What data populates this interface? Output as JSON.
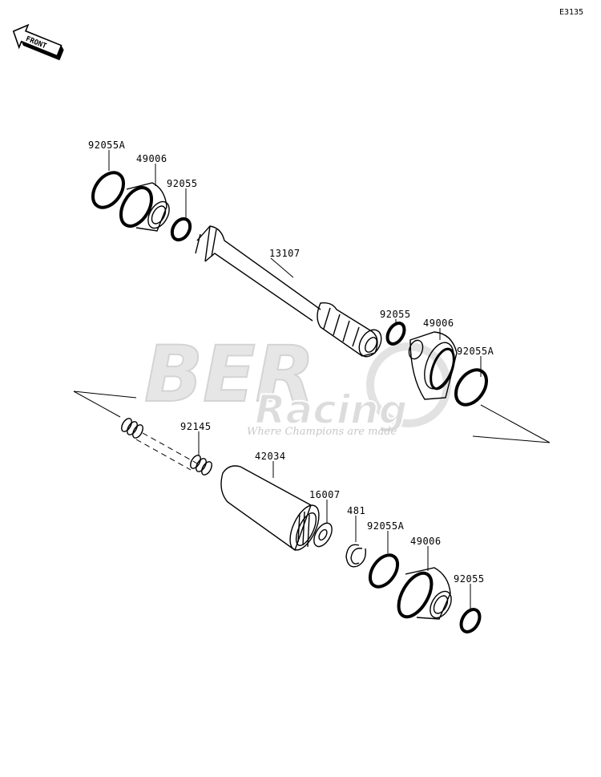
{
  "ref_code": "E3135",
  "front_label": "FRONT",
  "watermark": {
    "brand": "BER",
    "sub": "Racing",
    "tagline": "Where Champions are made"
  },
  "parts": [
    {
      "label": "92055A"
    },
    {
      "label": "49006"
    },
    {
      "label": "92055"
    },
    {
      "label": "13107"
    },
    {
      "label": "92055"
    },
    {
      "label": "49006"
    },
    {
      "label": "92055A"
    },
    {
      "label": "92145"
    },
    {
      "label": "42034"
    },
    {
      "label": "16007"
    },
    {
      "label": "481"
    },
    {
      "label": "92055A"
    },
    {
      "label": "49006"
    },
    {
      "label": "92055"
    }
  ]
}
